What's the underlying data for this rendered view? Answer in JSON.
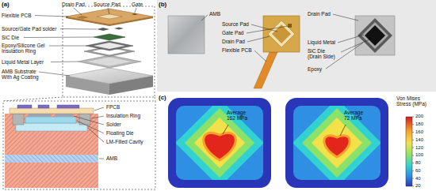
{
  "diagram": {
    "labels": [
      "(a)",
      "Drain Pad",
      "Source Pad",
      "Gate",
      "Flexible PCB",
      "Source/Gate Pad solder",
      "SiC Die",
      "Epoxy/Silicone Gel Insulation Ring",
      "Liquid Metal Layer",
      "AMB Substrate With Ag Coating",
      "FPCB",
      "Insulation Ring",
      "Solder",
      "Floating Die",
      "LM-Filled Cavity",
      "AMB",
      "(b)",
      "AMB",
      "Source Pad",
      "Gate Pad",
      "Drain Pad",
      "Flexible PCB",
      "Drain Pad",
      "Liquid Metal",
      "SiC Die (Drain Side)",
      "Epoxy",
      "(c)",
      "Average 162 MPa",
      "Average 72 MPa",
      "Von Mises Stress (MPa)",
      "200",
      "180",
      "160",
      "140",
      "120",
      "100",
      "80",
      "60",
      "40",
      "20"
    ]
  }
}
